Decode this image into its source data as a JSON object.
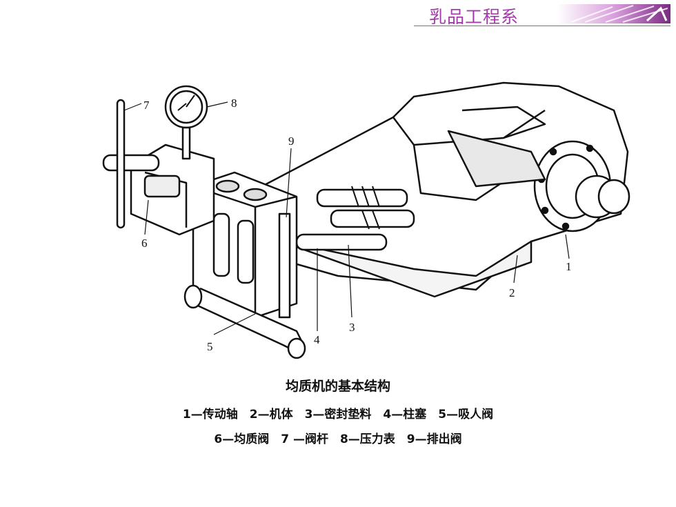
{
  "header": {
    "title": "乳品工程系",
    "accent": "#a23ca8"
  },
  "diagram": {
    "labels": [
      "1",
      "2",
      "3",
      "4",
      "5",
      "6",
      "7",
      "8",
      "9"
    ]
  },
  "caption": {
    "title": "均质机的基本结构",
    "line1": "1—传动轴　2—机体　3—密封垫料　4—柱塞　5—吸人阀",
    "line2": "6—均质阀　7 —阀杆　8—压力表　9—排出阀"
  }
}
